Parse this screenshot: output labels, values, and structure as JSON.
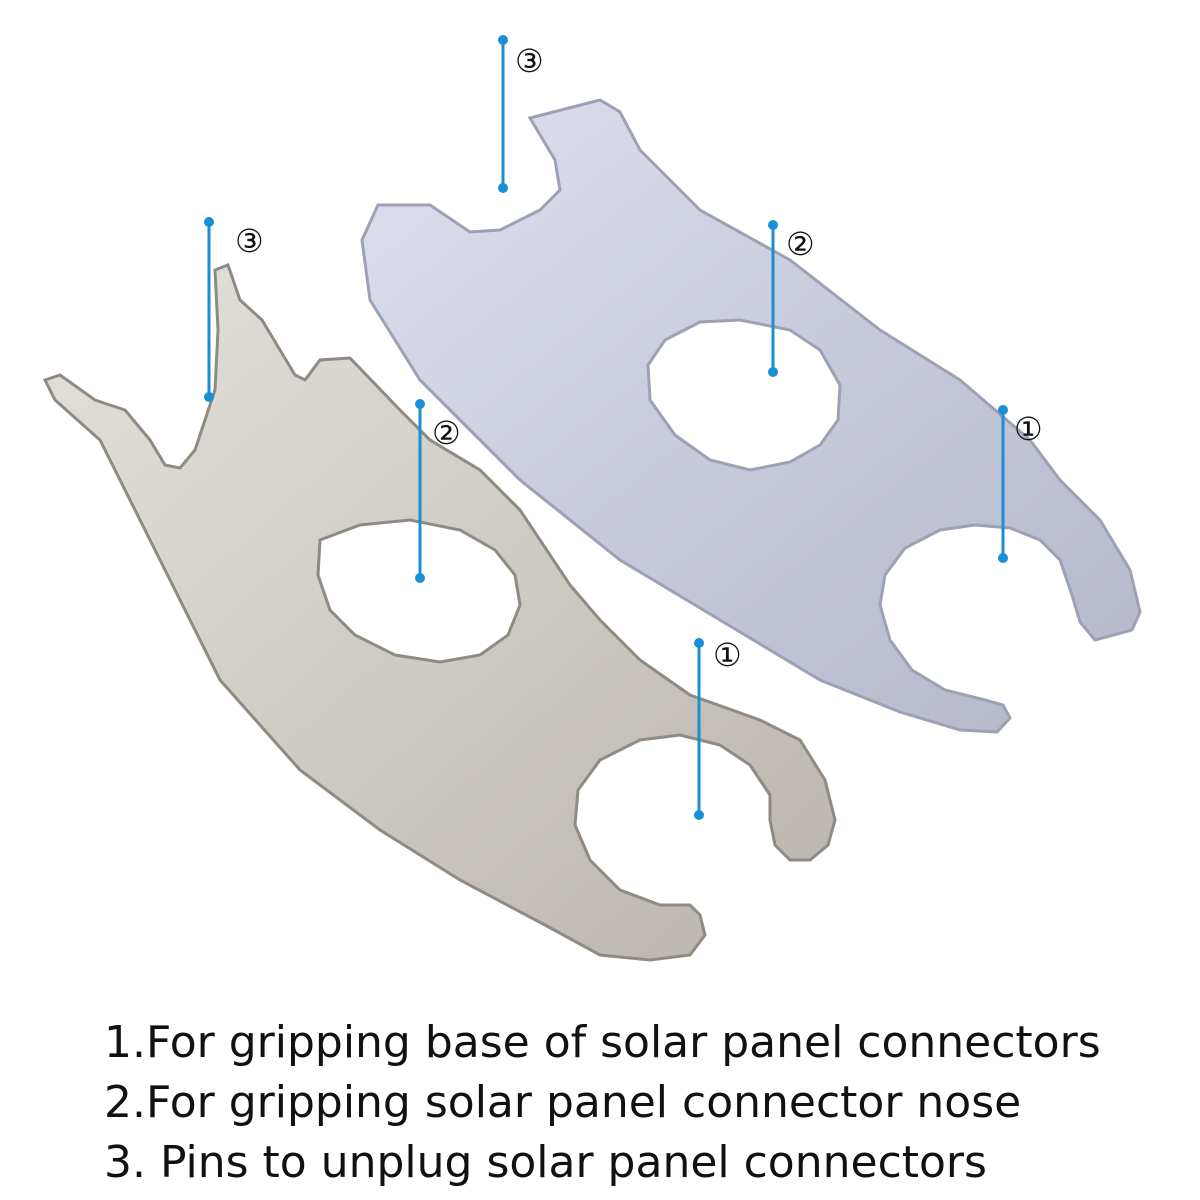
{
  "callouts": [
    {
      "number": "③",
      "target": "pins-large-wrench"
    },
    {
      "number": "②",
      "target": "center-hole-large-wrench"
    },
    {
      "number": "①",
      "target": "open-jaw-large-wrench"
    },
    {
      "number": "③",
      "target": "pins-small-wrench"
    },
    {
      "number": "②",
      "target": "center-hole-small-wrench"
    },
    {
      "number": "①",
      "target": "open-jaw-small-wrench"
    }
  ],
  "captions": [
    "1.For gripping base of solar panel connectors",
    "2.For gripping solar panel connector nose",
    "3. Pins to unplug solar panel connectors"
  ],
  "colors": {
    "callout_line": "#1a8fd6",
    "callout_dot": "#1a8fd6",
    "wrench_large": "#c9ccdc",
    "wrench_small": "#d2cfca",
    "text": "#111111"
  }
}
